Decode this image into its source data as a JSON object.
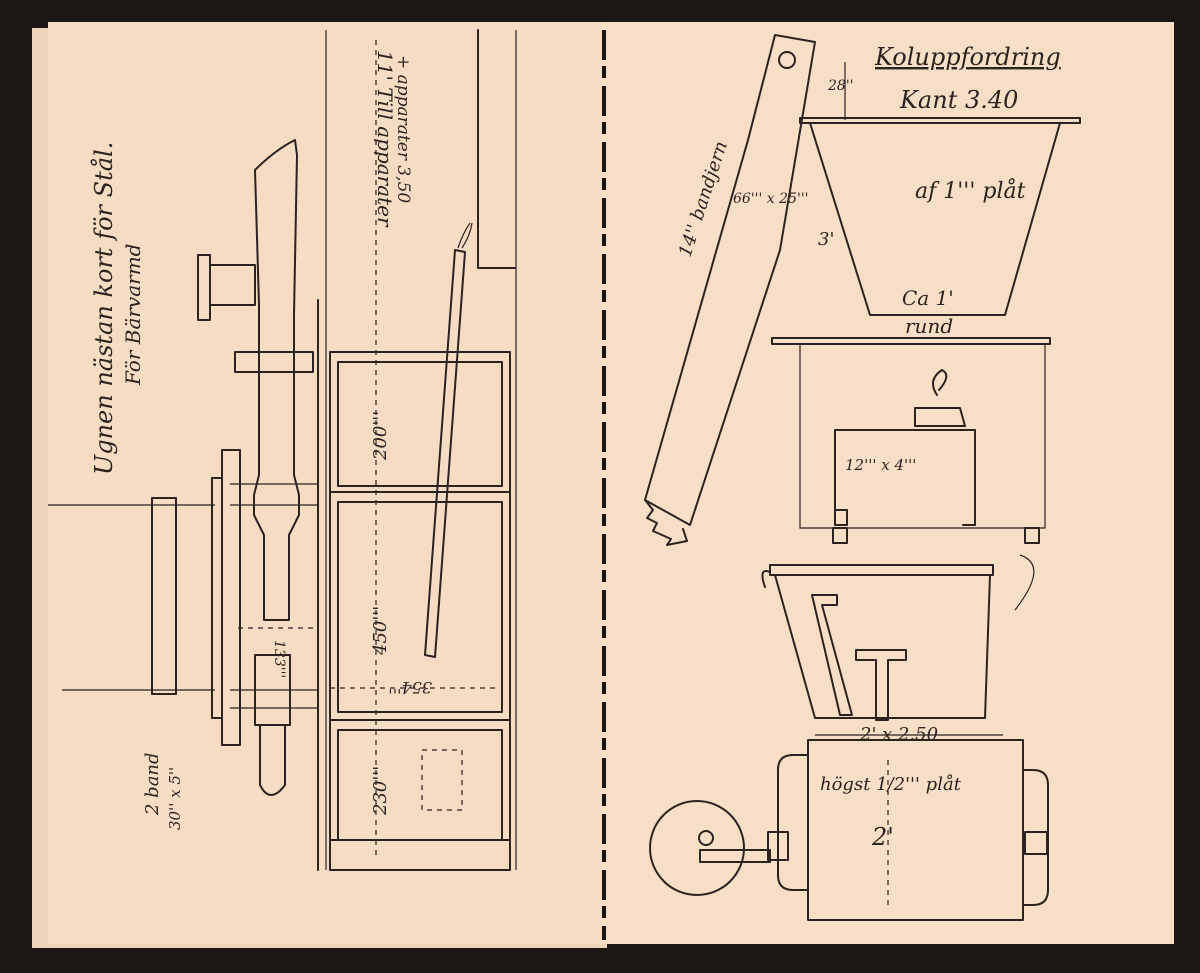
{
  "left_page": {
    "title": "Ugnen nästan kort för Stål.",
    "subtitle": "För Bärvarmd",
    "pipe_note": "11' Till apparater",
    "pipe_note2": "+ apparater 3,50",
    "dim_200": "200'''",
    "dim_450": "450'''",
    "dim_354": "354'''",
    "dim_230": "230'''",
    "dim_133": "133'''",
    "band_label": "2 band",
    "band_size": "30'' x 5''"
  },
  "right_page": {
    "title": "Koluppfordring",
    "subtitle": "Kant 3.40",
    "dim_28": "28''",
    "plate": "af 1''' plåt",
    "dim_3": "3'",
    "round_1": "Ca 1'",
    "round_2": "rund",
    "bar_label": "14'' bandjern",
    "bar_size": "66''' x 25'''",
    "hook_size": "12''' x 4'''",
    "box_size": "2' x 2.50",
    "box_plate": "högst 1/2''' plåt",
    "box_height": "2'"
  },
  "colors": {
    "paper": "#f6dcc3",
    "ink": "#2a2320",
    "background": "#1c1714"
  }
}
